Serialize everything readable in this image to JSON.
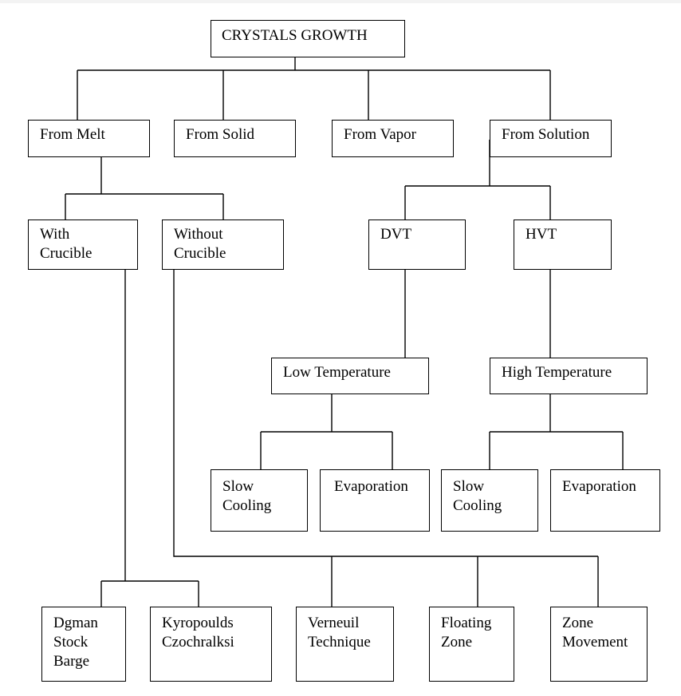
{
  "root": "CRYSTALS GROWTH",
  "level1": {
    "melt": "From Melt",
    "solid": "From Solid",
    "vapor": "From Vapor",
    "solution": "From Solution"
  },
  "melt": {
    "with_crucible": [
      "With",
      "Crucible"
    ],
    "without_crucible": [
      "Without",
      "Crucible"
    ]
  },
  "solution": {
    "dvt": "DVT",
    "hvt": "HVT",
    "low_temp": "Low Temperature",
    "high_temp": "High Temperature",
    "low": {
      "slow_cooling": [
        "Slow",
        "Cooling"
      ],
      "evaporation": "Evaporation"
    },
    "high": {
      "slow_cooling": [
        "Slow",
        "Cooling"
      ],
      "evaporation": "Evaporation"
    }
  },
  "techniques": {
    "dgman": [
      "Dgman",
      "Stock",
      "Barge"
    ],
    "kyropoulds": [
      "Kyropoulds",
      "Czochralksi"
    ],
    "verneuil": [
      "Verneuil",
      "Technique"
    ],
    "floating": [
      "Floating",
      "Zone"
    ],
    "zone_movement": [
      "Zone",
      "Movement"
    ]
  }
}
